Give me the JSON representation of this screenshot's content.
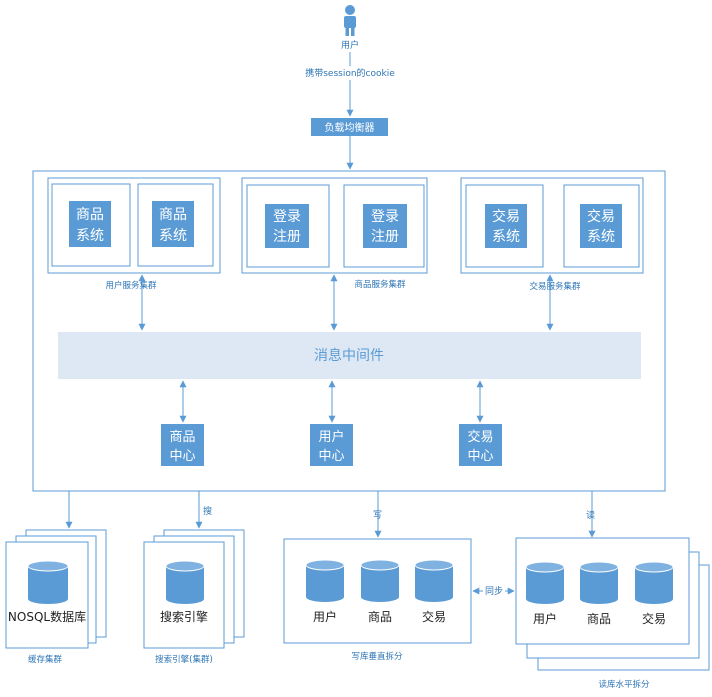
{
  "user": {
    "label": "用户",
    "carry_label": "携带session的cookie"
  },
  "load_balancer": {
    "label": "负载均衡器"
  },
  "clusters": {
    "user_service": {
      "label": "用户服务集群",
      "boxes": [
        {
          "line1": "商品",
          "line2": "系统"
        },
        {
          "line1": "商品",
          "line2": "系统"
        }
      ]
    },
    "product_service": {
      "label": "商品服务集群",
      "boxes": [
        {
          "line1": "登录",
          "line2": "注册"
        },
        {
          "line1": "登录",
          "line2": "注册"
        }
      ]
    },
    "trade_service": {
      "label": "交易服务集群",
      "boxes": [
        {
          "line1": "交易",
          "line2": "系统"
        },
        {
          "line1": "交易",
          "line2": "系统"
        }
      ]
    }
  },
  "middleware": {
    "label": "消息中间件"
  },
  "centers": [
    {
      "line1": "商品",
      "line2": "中心"
    },
    {
      "line1": "用户",
      "line2": "中心"
    },
    {
      "line1": "交易",
      "line2": "中心"
    }
  ],
  "arrows": {
    "search": "搜",
    "write": "写",
    "read": "读",
    "sync": "同步"
  },
  "storage": {
    "cache": {
      "db_label": "NOSQL数据库",
      "caption": "缓存集群"
    },
    "search": {
      "db_label": "搜索引擎",
      "caption": "搜索引擎(集群)"
    },
    "write_db": {
      "dbs": [
        "用户",
        "商品",
        "交易"
      ],
      "caption": "写库垂直拆分"
    },
    "read_db": {
      "dbs": [
        "用户",
        "商品",
        "交易"
      ],
      "caption": "读库水平拆分"
    }
  },
  "colors": {
    "accent": "#5b9bd5",
    "middleware_fill": "#dee8f5",
    "label": "#2e75b6"
  }
}
